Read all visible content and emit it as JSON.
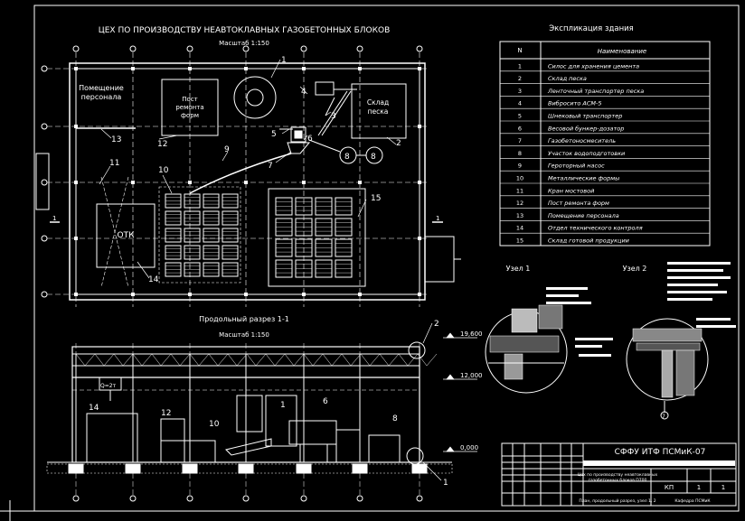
{
  "colors": {
    "background": "#000000",
    "lines": "#ffffff",
    "accent": "#dddddd"
  },
  "plan": {
    "title": "ЦЕХ ПО ПРОИЗВОДСТВУ НЕАВТОКЛАВНЫХ ГАЗОБЕТОННЫХ БЛОКОВ",
    "scale": "Масштаб 1:150",
    "room_personnel": [
      "Помещение",
      "персонала"
    ],
    "room_repair": [
      "Пост",
      "ремонта",
      "форм"
    ],
    "room_sand": [
      "Склад",
      "песка"
    ],
    "room_otk": "ОТК",
    "section_mark": "1",
    "callouts": [
      "1",
      "2",
      "3",
      "4",
      "5",
      "6",
      "7",
      "8",
      "8",
      "9",
      "10",
      "11",
      "12",
      "13",
      "14",
      "15"
    ]
  },
  "section": {
    "title": "Продольный разрез 1-1",
    "scale": "Масштаб 1:150",
    "levels": [
      "19,600",
      "12,000",
      "0,000"
    ],
    "hoist_label": "Q=2т",
    "callouts": [
      "14",
      "12",
      "10",
      "1",
      "6",
      "8",
      "2",
      "1"
    ]
  },
  "explication": {
    "title": "Экспликация здания",
    "headers": [
      "N",
      "Наименование"
    ],
    "rows": [
      [
        "1",
        "Силос для хранения цемента"
      ],
      [
        "2",
        "Склад песка"
      ],
      [
        "3",
        "Ленточный транспортер песка"
      ],
      [
        "4",
        "Виброситo АСМ-5"
      ],
      [
        "5",
        "Шнековый транспортер"
      ],
      [
        "6",
        "Весовой бункер-дозатор"
      ],
      [
        "7",
        "Газобетоносмеситель"
      ],
      [
        "8",
        "Участок водоподготовки"
      ],
      [
        "9",
        "Героторный насос"
      ],
      [
        "10",
        "Металлические формы"
      ],
      [
        "11",
        "Кран мостовой"
      ],
      [
        "12",
        "Пост ремонта форм"
      ],
      [
        "13",
        "Помещение персонала"
      ],
      [
        "14",
        "Отдел технического контроля"
      ],
      [
        "15",
        "Склад готовой продукции"
      ]
    ]
  },
  "nodes": {
    "node1": "Узел 1",
    "node2": "Узел 2",
    "marker": "7"
  },
  "stamp": {
    "org": "СФФУ ИТФ ПСМиК-07",
    "drawing": [
      "Цех по производству неавтоклавных",
      "газобетонных блоков D700"
    ],
    "sheet_type": "КП",
    "sheet_num": "1",
    "sheets": "1",
    "content": "План, продольный разрез, узел 1, 2",
    "dept": "Кафедра ПСМиК"
  }
}
